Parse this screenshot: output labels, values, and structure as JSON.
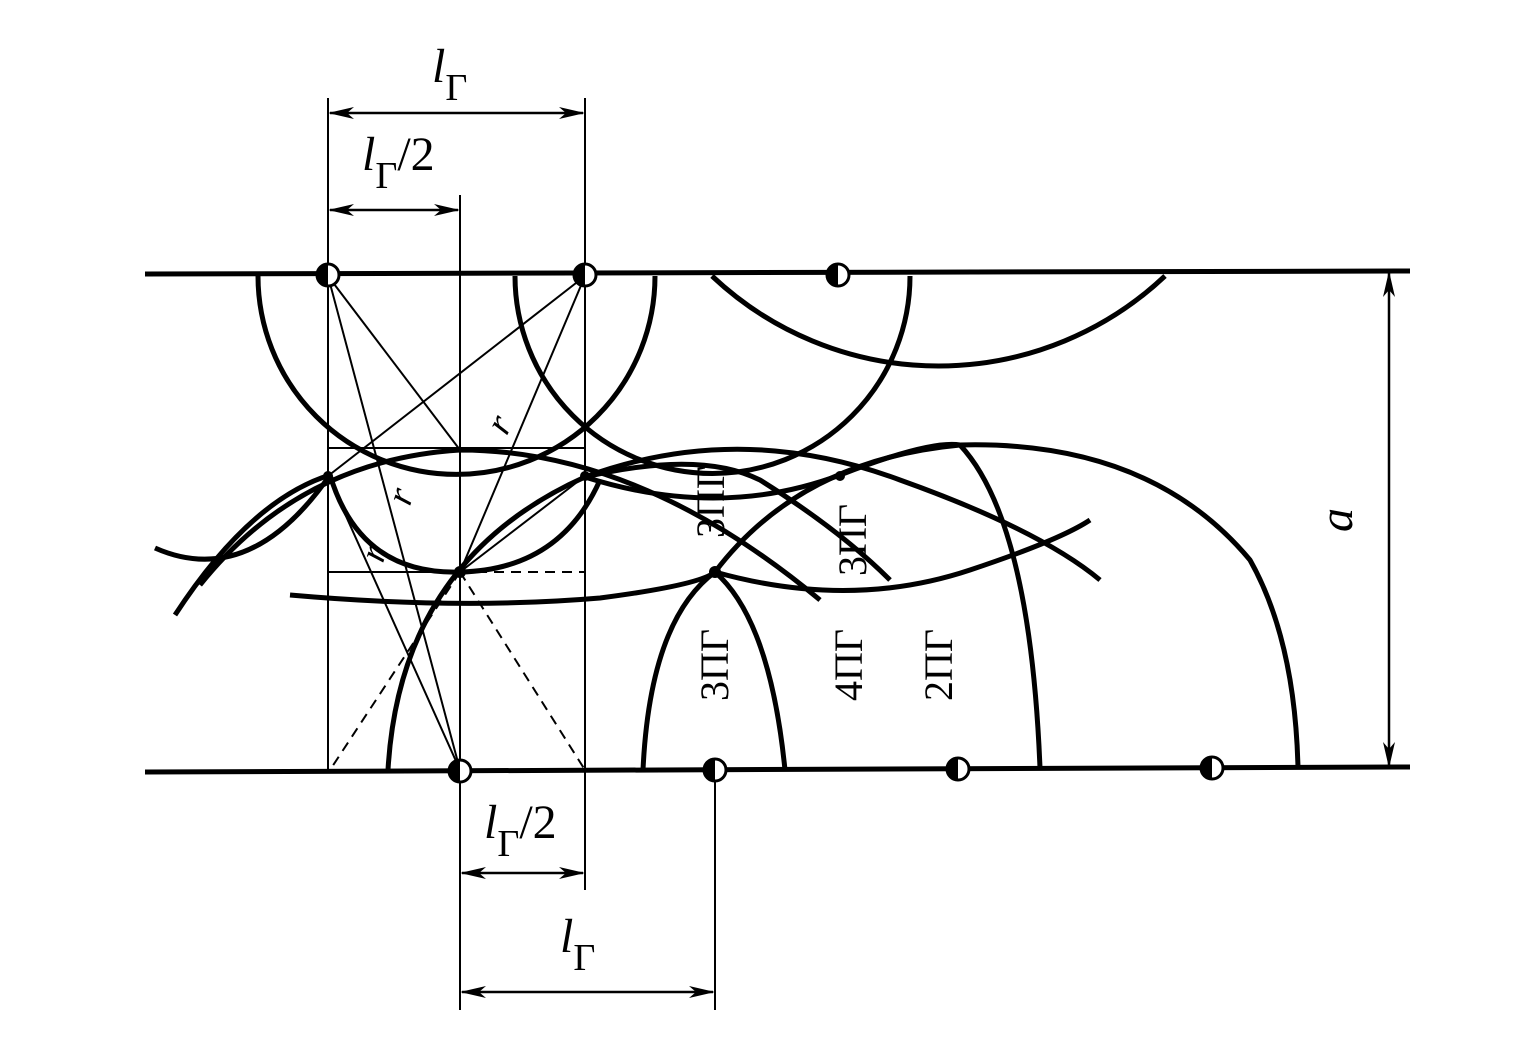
{
  "dimensions": {
    "lg_full_top": {
      "italic": "l",
      "sub": "Г"
    },
    "lg_half_top": {
      "italic": "l",
      "sub": "Г",
      "tail": "/2"
    },
    "lg_half_bottom": {
      "italic": "l",
      "sub": "Г",
      "tail": "/2"
    },
    "lg_full_bottom": {
      "italic": "l",
      "sub": "Г"
    },
    "width": "а"
  },
  "radius_labels": [
    "r",
    "r",
    "r"
  ],
  "zone_labels": [
    "3ПГ",
    "3ПГ",
    "3ПГ",
    "4ПГ",
    "2ПГ"
  ]
}
